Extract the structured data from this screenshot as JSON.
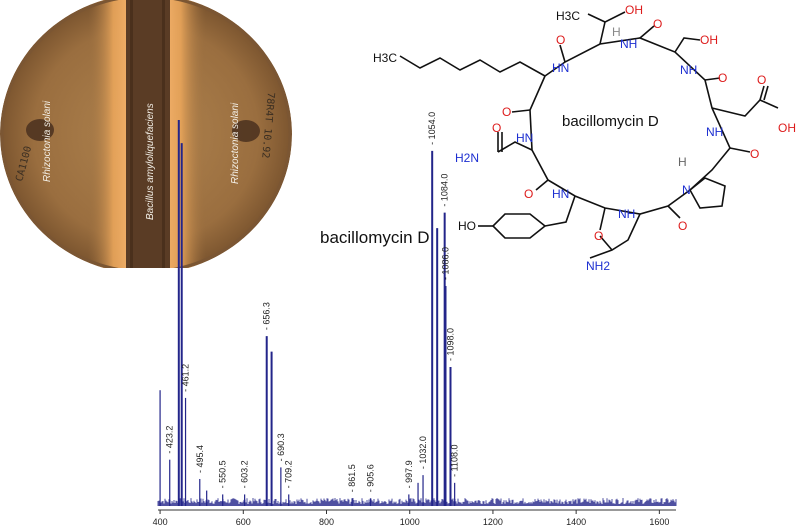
{
  "compound_label": "bacillomycin D",
  "plate": {
    "left_label": "Rhizoctonia solani",
    "center_label": "Bacillus amyloliquefaciens",
    "right_label": "Rhizoctonia solani",
    "left_marking": "CA1100",
    "right_marking": "78R4T 10.92"
  },
  "structure": {
    "ring_label": "bacillomycin D",
    "atoms": {
      "h3c": "H3C",
      "oh_top": "OH",
      "h_top": "H",
      "oh_ser": "OH",
      "cooh": "OH",
      "h2n_left": "H2N",
      "ho_tyr": "HO",
      "nh2_bottom": "NH2",
      "h_pro": "H",
      "nh": "NH",
      "hn": "HN",
      "n": "N",
      "o": "O",
      "h3c_chain": "H3C"
    }
  },
  "colors": {
    "spectrum": "#23258a",
    "nitrogen": "#1d2fd1",
    "oxygen": "#dd1c1c",
    "plate_bg": "#9a6e3f"
  },
  "chart_data": {
    "type": "line",
    "title": "",
    "xlabel": "",
    "ylabel": "",
    "xlim": [
      395,
      1640
    ],
    "xticks": [
      "400",
      "600",
      "800",
      "1000",
      "1200",
      "1400",
      "1600"
    ],
    "peaks": [
      {
        "mz": 400.0,
        "intensity": 0.3,
        "label": ""
      },
      {
        "mz": 423.2,
        "intensity": 0.12,
        "label": "423.2"
      },
      {
        "mz": 445.0,
        "intensity": 1.0,
        "label": ""
      },
      {
        "mz": 452.0,
        "intensity": 0.94,
        "label": ""
      },
      {
        "mz": 461.2,
        "intensity": 0.28,
        "label": "461.2"
      },
      {
        "mz": 495.4,
        "intensity": 0.07,
        "label": "495.4"
      },
      {
        "mz": 512.0,
        "intensity": 0.04,
        "label": ""
      },
      {
        "mz": 550.5,
        "intensity": 0.03,
        "label": "550.5"
      },
      {
        "mz": 603.2,
        "intensity": 0.03,
        "label": "603.2"
      },
      {
        "mz": 656.3,
        "intensity": 0.44,
        "label": "656.3"
      },
      {
        "mz": 668.0,
        "intensity": 0.4,
        "label": ""
      },
      {
        "mz": 690.3,
        "intensity": 0.1,
        "label": "690.3"
      },
      {
        "mz": 709.2,
        "intensity": 0.03,
        "label": "709.2"
      },
      {
        "mz": 861.5,
        "intensity": 0.02,
        "label": "861.5"
      },
      {
        "mz": 905.6,
        "intensity": 0.02,
        "label": "905.6"
      },
      {
        "mz": 997.9,
        "intensity": 0.03,
        "label": "997.9"
      },
      {
        "mz": 1020.0,
        "intensity": 0.06,
        "label": ""
      },
      {
        "mz": 1032.0,
        "intensity": 0.08,
        "label": "1032.0"
      },
      {
        "mz": 1054.0,
        "intensity": 0.92,
        "label": "1054.0"
      },
      {
        "mz": 1066.0,
        "intensity": 0.72,
        "label": ""
      },
      {
        "mz": 1084.0,
        "intensity": 0.76,
        "label": "1084.0"
      },
      {
        "mz": 1086.0,
        "intensity": 0.57,
        "label": "1086.0"
      },
      {
        "mz": 1098.0,
        "intensity": 0.36,
        "label": "1098.0"
      },
      {
        "mz": 1108.0,
        "intensity": 0.06,
        "label": "1108.0"
      }
    ]
  }
}
